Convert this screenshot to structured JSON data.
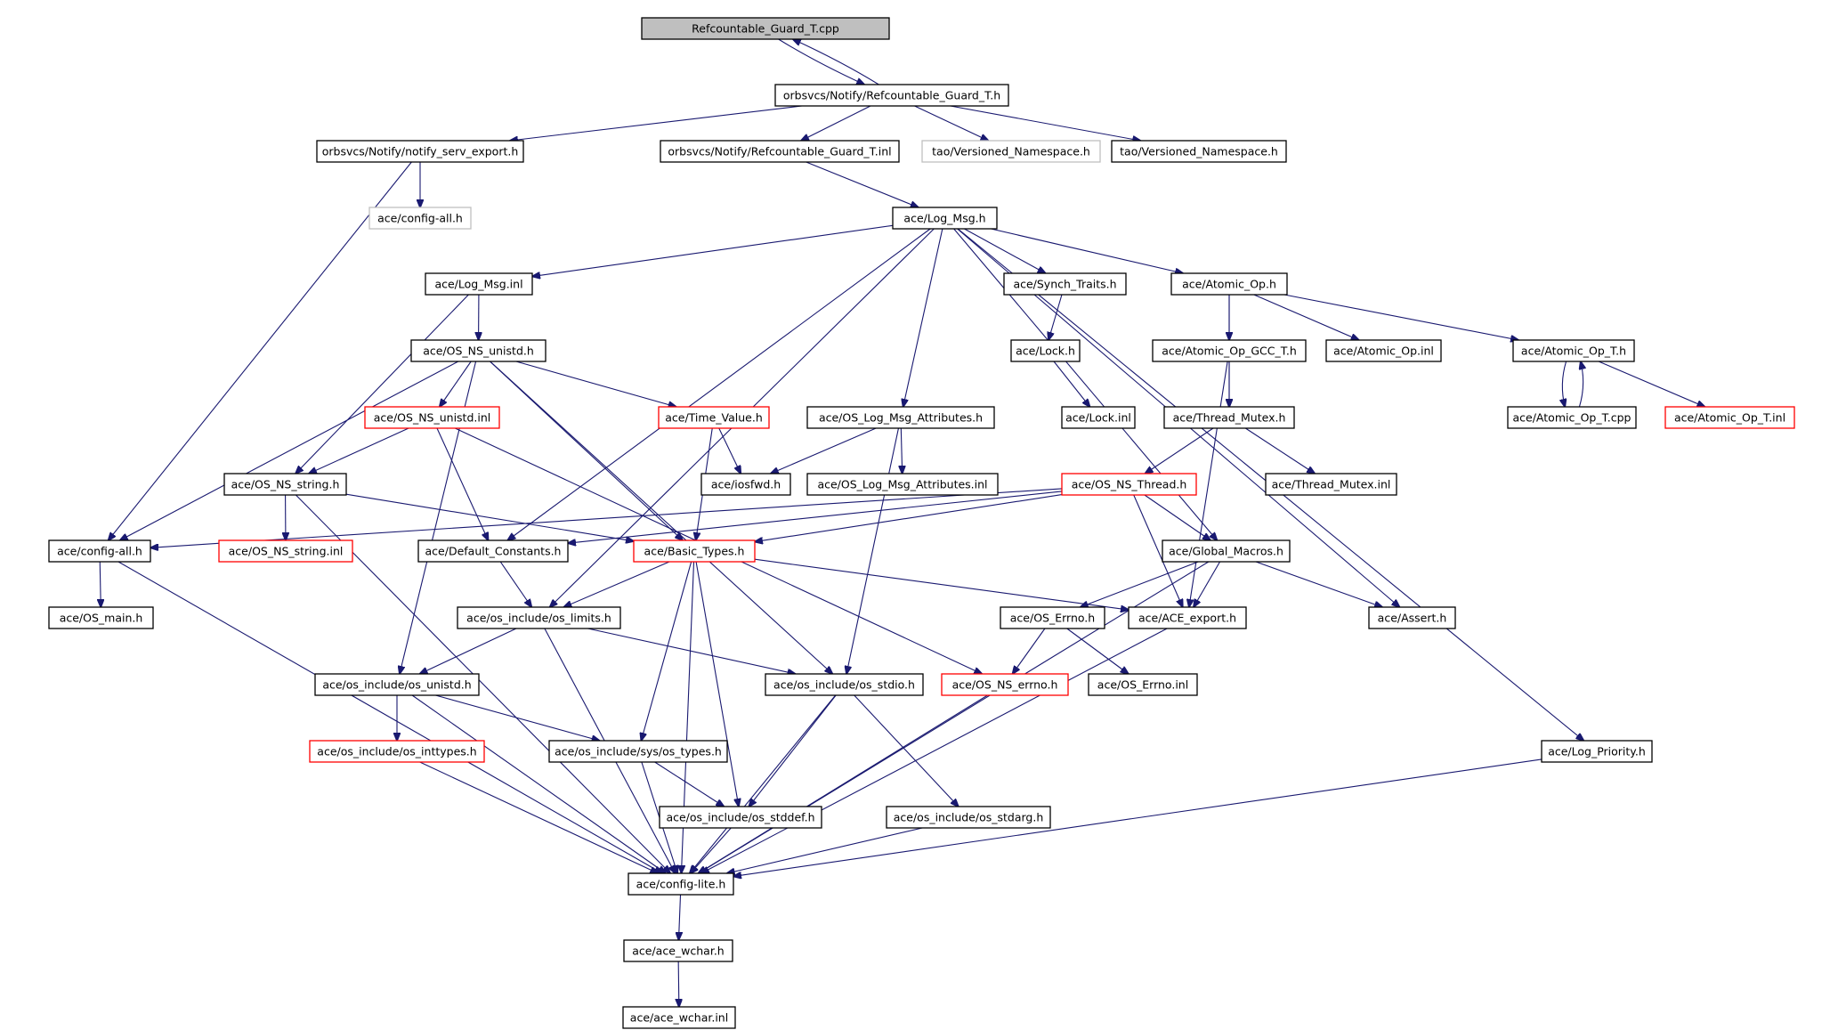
{
  "diagram": {
    "type": "include-dependency-graph",
    "colors": {
      "edge": "#191970",
      "node_border": "#000000",
      "node_border_truncated": "#ff0000",
      "node_border_external": "#bfbfbf",
      "root_fill": "#bfbfbf"
    },
    "nodes": [
      {
        "id": "n0",
        "label": "Refcountable_Guard_T.cpp",
        "style": "root"
      },
      {
        "id": "n1",
        "label": "orbsvcs/Notify/Refcountable_Guard_T.h",
        "style": "normal"
      },
      {
        "id": "n2",
        "label": "orbsvcs/Notify/notify_serv_export.h",
        "style": "normal"
      },
      {
        "id": "n3",
        "label": "orbsvcs/Notify/Refcountable_Guard_T.inl",
        "style": "normal"
      },
      {
        "id": "n4",
        "label": "tao/Versioned_Namespace.h",
        "style": "gray"
      },
      {
        "id": "n5",
        "label": "tao/Versioned_Namespace.h",
        "style": "normal"
      },
      {
        "id": "n6",
        "label": "ace/config-all.h",
        "style": "gray"
      },
      {
        "id": "n7",
        "label": "ace/Log_Msg.h",
        "style": "normal"
      },
      {
        "id": "n8",
        "label": "ace/Log_Msg.inl",
        "style": "normal"
      },
      {
        "id": "n9",
        "label": "ace/Synch_Traits.h",
        "style": "normal"
      },
      {
        "id": "n10",
        "label": "ace/Atomic_Op.h",
        "style": "normal"
      },
      {
        "id": "n11",
        "label": "ace/OS_NS_unistd.h",
        "style": "normal"
      },
      {
        "id": "n12",
        "label": "ace/Lock.h",
        "style": "normal"
      },
      {
        "id": "n13",
        "label": "ace/Atomic_Op_GCC_T.h",
        "style": "normal"
      },
      {
        "id": "n14",
        "label": "ace/Atomic_Op.inl",
        "style": "normal"
      },
      {
        "id": "n15",
        "label": "ace/Atomic_Op_T.h",
        "style": "normal"
      },
      {
        "id": "n16",
        "label": "ace/OS_NS_unistd.inl",
        "style": "red"
      },
      {
        "id": "n17",
        "label": "ace/Time_Value.h",
        "style": "red"
      },
      {
        "id": "n18",
        "label": "ace/OS_Log_Msg_Attributes.h",
        "style": "normal"
      },
      {
        "id": "n19",
        "label": "ace/Lock.inl",
        "style": "normal"
      },
      {
        "id": "n20",
        "label": "ace/Thread_Mutex.h",
        "style": "normal"
      },
      {
        "id": "n21",
        "label": "ace/Atomic_Op_T.cpp",
        "style": "normal"
      },
      {
        "id": "n22",
        "label": "ace/Atomic_Op_T.inl",
        "style": "red"
      },
      {
        "id": "n23",
        "label": "ace/OS_NS_string.h",
        "style": "normal"
      },
      {
        "id": "n24",
        "label": "ace/iosfwd.h",
        "style": "normal"
      },
      {
        "id": "n25",
        "label": "ace/OS_Log_Msg_Attributes.inl",
        "style": "normal"
      },
      {
        "id": "n26",
        "label": "ace/OS_NS_Thread.h",
        "style": "red"
      },
      {
        "id": "n27",
        "label": "ace/Thread_Mutex.inl",
        "style": "normal"
      },
      {
        "id": "n28",
        "label": "ace/config-all.h",
        "style": "normal"
      },
      {
        "id": "n29",
        "label": "ace/OS_NS_string.inl",
        "style": "red"
      },
      {
        "id": "n30",
        "label": "ace/Default_Constants.h",
        "style": "normal"
      },
      {
        "id": "n31",
        "label": "ace/Basic_Types.h",
        "style": "red"
      },
      {
        "id": "n32",
        "label": "ace/Global_Macros.h",
        "style": "normal"
      },
      {
        "id": "n33",
        "label": "ace/OS_main.h",
        "style": "normal"
      },
      {
        "id": "n34",
        "label": "ace/os_include/os_limits.h",
        "style": "normal"
      },
      {
        "id": "n35",
        "label": "ace/OS_Errno.h",
        "style": "normal"
      },
      {
        "id": "n36",
        "label": "ace/ACE_export.h",
        "style": "normal"
      },
      {
        "id": "n37",
        "label": "ace/Assert.h",
        "style": "normal"
      },
      {
        "id": "n38",
        "label": "ace/os_include/os_unistd.h",
        "style": "normal"
      },
      {
        "id": "n39",
        "label": "ace/os_include/os_stdio.h",
        "style": "normal"
      },
      {
        "id": "n40",
        "label": "ace/OS_NS_errno.h",
        "style": "red"
      },
      {
        "id": "n41",
        "label": "ace/OS_Errno.inl",
        "style": "normal"
      },
      {
        "id": "n42",
        "label": "ace/os_include/os_inttypes.h",
        "style": "red"
      },
      {
        "id": "n43",
        "label": "ace/os_include/sys/os_types.h",
        "style": "normal"
      },
      {
        "id": "n44",
        "label": "ace/Log_Priority.h",
        "style": "normal"
      },
      {
        "id": "n45",
        "label": "ace/os_include/os_stddef.h",
        "style": "normal"
      },
      {
        "id": "n46",
        "label": "ace/os_include/os_stdarg.h",
        "style": "normal"
      },
      {
        "id": "n47",
        "label": "ace/config-lite.h",
        "style": "normal"
      },
      {
        "id": "n48",
        "label": "ace/ace_wchar.h",
        "style": "normal"
      },
      {
        "id": "n49",
        "label": "ace/ace_wchar.inl",
        "style": "normal"
      }
    ],
    "edges": [
      [
        "n0",
        "n1"
      ],
      [
        "n1",
        "n0"
      ],
      [
        "n1",
        "n2"
      ],
      [
        "n1",
        "n3"
      ],
      [
        "n1",
        "n4"
      ],
      [
        "n1",
        "n5"
      ],
      [
        "n2",
        "n6"
      ],
      [
        "n2",
        "n28"
      ],
      [
        "n3",
        "n7"
      ],
      [
        "n7",
        "n8"
      ],
      [
        "n7",
        "n9"
      ],
      [
        "n7",
        "n10"
      ],
      [
        "n7",
        "n18"
      ],
      [
        "n7",
        "n30"
      ],
      [
        "n7",
        "n34"
      ],
      [
        "n7",
        "n32"
      ],
      [
        "n7",
        "n37"
      ],
      [
        "n7",
        "n44"
      ],
      [
        "n8",
        "n11"
      ],
      [
        "n8",
        "n23"
      ],
      [
        "n9",
        "n12"
      ],
      [
        "n12",
        "n19"
      ],
      [
        "n10",
        "n13"
      ],
      [
        "n10",
        "n14"
      ],
      [
        "n10",
        "n15"
      ],
      [
        "n10",
        "n20"
      ],
      [
        "n13",
        "n20"
      ],
      [
        "n13",
        "n36"
      ],
      [
        "n15",
        "n21"
      ],
      [
        "n21",
        "n15"
      ],
      [
        "n15",
        "n22"
      ],
      [
        "n11",
        "n16"
      ],
      [
        "n11",
        "n17"
      ],
      [
        "n11",
        "n28"
      ],
      [
        "n11",
        "n31"
      ],
      [
        "n11",
        "n38"
      ],
      [
        "n11",
        "n39"
      ],
      [
        "n16",
        "n23"
      ],
      [
        "n16",
        "n30"
      ],
      [
        "n16",
        "n40"
      ],
      [
        "n17",
        "n24"
      ],
      [
        "n17",
        "n31"
      ],
      [
        "n18",
        "n24"
      ],
      [
        "n18",
        "n25"
      ],
      [
        "n18",
        "n39"
      ],
      [
        "n20",
        "n26"
      ],
      [
        "n20",
        "n27"
      ],
      [
        "n23",
        "n29"
      ],
      [
        "n23",
        "n31"
      ],
      [
        "n23",
        "n47"
      ],
      [
        "n26",
        "n28"
      ],
      [
        "n26",
        "n30"
      ],
      [
        "n26",
        "n31"
      ],
      [
        "n26",
        "n32"
      ],
      [
        "n26",
        "n36"
      ],
      [
        "n28",
        "n33"
      ],
      [
        "n28",
        "n47"
      ],
      [
        "n30",
        "n34"
      ],
      [
        "n31",
        "n34"
      ],
      [
        "n31",
        "n36"
      ],
      [
        "n31",
        "n43"
      ],
      [
        "n31",
        "n45"
      ],
      [
        "n31",
        "n47"
      ],
      [
        "n32",
        "n35"
      ],
      [
        "n32",
        "n36"
      ],
      [
        "n32",
        "n37"
      ],
      [
        "n32",
        "n47"
      ],
      [
        "n34",
        "n38"
      ],
      [
        "n34",
        "n39"
      ],
      [
        "n34",
        "n47"
      ],
      [
        "n35",
        "n40"
      ],
      [
        "n35",
        "n41"
      ],
      [
        "n36",
        "n47"
      ],
      [
        "n38",
        "n42"
      ],
      [
        "n38",
        "n43"
      ],
      [
        "n38",
        "n47"
      ],
      [
        "n39",
        "n45"
      ],
      [
        "n39",
        "n46"
      ],
      [
        "n39",
        "n47"
      ],
      [
        "n40",
        "n47"
      ],
      [
        "n42",
        "n47"
      ],
      [
        "n43",
        "n45"
      ],
      [
        "n43",
        "n47"
      ],
      [
        "n44",
        "n47"
      ],
      [
        "n45",
        "n47"
      ],
      [
        "n46",
        "n47"
      ],
      [
        "n47",
        "n48"
      ],
      [
        "n48",
        "n49"
      ]
    ]
  }
}
